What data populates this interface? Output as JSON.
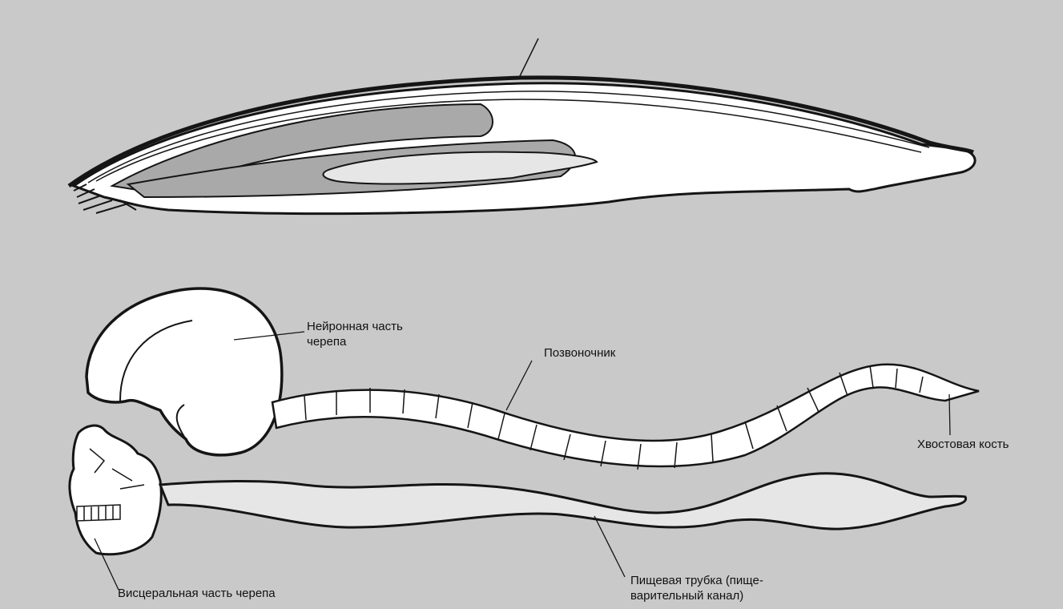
{
  "diagram": {
    "labels": {
      "neural_skull": [
        "Нейронная часть",
        "черепа"
      ],
      "spine": "Позвоночник",
      "tail_bone": "Хвостовая кость",
      "visceral_skull": "Висцеральная часть черепа",
      "digestive_tube": [
        "Пищевая трубка (пище-",
        "варительный канал)"
      ]
    },
    "colors": {
      "background": "#c9c9c9",
      "outline": "#151515",
      "bone_fill": "#ffffff",
      "tissue_fill": "#a9a9a9",
      "gut_fill": "#e6e6e6"
    }
  }
}
